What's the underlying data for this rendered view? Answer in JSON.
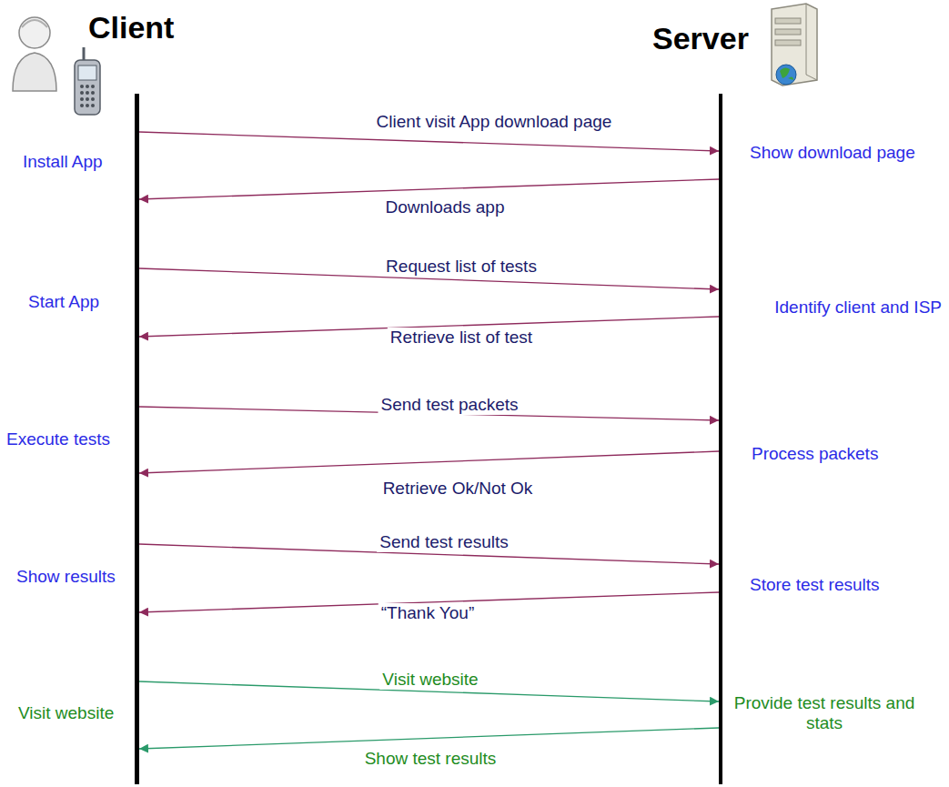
{
  "diagram": {
    "nodes": [
      {
        "text": [
          "Client"
        ]
      },
      {
        "text": [
          "Server"
        ]
      }
    ],
    "edges": [
      {
        "from": 0,
        "to": 1,
        "label": "Client visit App download page",
        "arrow": "to"
      },
      {
        "from": 1,
        "to": 0,
        "label": "Downloads app",
        "arrow": "to"
      },
      {
        "from": 0,
        "to": 1,
        "label": "Request list of tests",
        "arrow": "to"
      },
      {
        "from": 1,
        "to": 0,
        "label": "Retrieve list of test",
        "arrow": "to"
      },
      {
        "from": 0,
        "to": 1,
        "label": "Send test packets",
        "arrow": "to"
      },
      {
        "from": 1,
        "to": 0,
        "label": "Retrieve Ok/Not Ok",
        "arrow": "to"
      },
      {
        "from": 0,
        "to": 1,
        "label": "Send test results",
        "arrow": "to"
      },
      {
        "from": 1,
        "to": 0,
        "label": "“Thank You”",
        "arrow": "to"
      },
      {
        "from": 0,
        "to": 1,
        "label": "Visit website",
        "arrow": "to"
      },
      {
        "from": 1,
        "to": 0,
        "label": "Show test results",
        "arrow": "to"
      }
    ],
    "labels": [
      "Install App",
      "Show download page",
      "Start App",
      "Identify client and ISP",
      "Execute tests",
      "Process packets",
      "Show results",
      "Store test results",
      "Visit website",
      "Provide test results and stats"
    ]
  }
}
